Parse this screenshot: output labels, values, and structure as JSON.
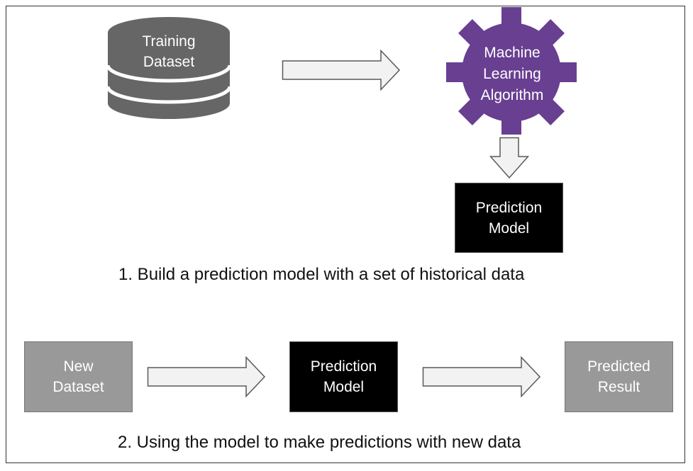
{
  "step1": {
    "training_dataset": {
      "line1": "Training",
      "line2": "Dataset"
    },
    "ml_algorithm": {
      "line1": "Machine",
      "line2": "Learning",
      "line3": "Algorithm"
    },
    "prediction_model": {
      "line1": "Prediction",
      "line2": "Model"
    },
    "caption": "1. Build a prediction model with a set of historical data"
  },
  "step2": {
    "new_dataset": {
      "line1": "New",
      "line2": "Dataset"
    },
    "prediction_model": {
      "line1": "Prediction",
      "line2": "Model"
    },
    "predicted_result": {
      "line1": "Predicted",
      "line2": "Result"
    },
    "caption": "2. Using the model to make predictions with new data"
  },
  "colors": {
    "database": "#666666",
    "gear": "#683F91",
    "model_box": "#000000",
    "gray_box": "#999999",
    "arrow_fill": "#F2F2F2",
    "arrow_stroke": "#595959"
  }
}
